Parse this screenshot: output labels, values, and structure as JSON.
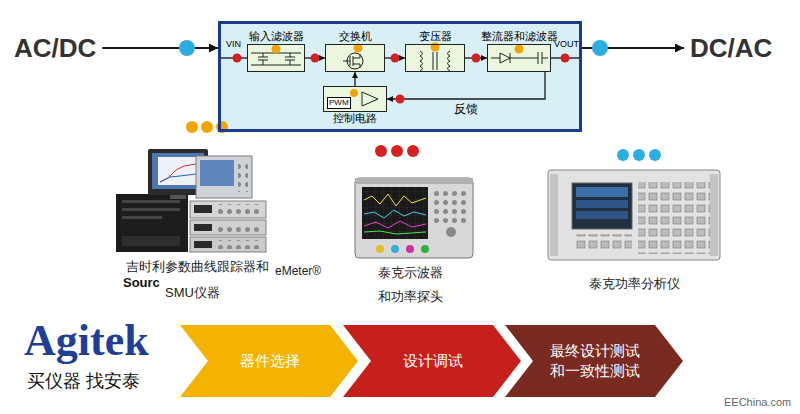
{
  "diagram": {
    "nodes": [
      {
        "text": [
          "AC/DC"
        ]
      },
      {
        "text": [
          "VIN",
          "VOUT"
        ]
      },
      {
        "text": [
          "输入滤波器"
        ],
        "in": 1
      },
      {
        "text": [
          "交换机"
        ],
        "in": 1
      },
      {
        "text": [
          "变压器"
        ],
        "in": 1
      },
      {
        "text": [
          "整流器和滤波器"
        ],
        "in": 1
      },
      {
        "text": [
          "PWM",
          "控制电路"
        ],
        "in": 1
      },
      {
        "text": [
          "DC/AC"
        ]
      },
      {
        "text": [
          "器件选择"
        ]
      },
      {
        "text": [
          "设计调试"
        ]
      },
      {
        "text": [
          "最终设计测试 和一致性测试"
        ]
      }
    ],
    "edges": [
      {
        "from": 0,
        "to": 1,
        "arrow": "to"
      },
      {
        "from": 1,
        "to": 7,
        "arrow": "to"
      },
      {
        "from": 2,
        "to": 3,
        "arrow": "to"
      },
      {
        "from": 3,
        "to": 4,
        "arrow": "to"
      },
      {
        "from": 4,
        "to": 5,
        "arrow": "to"
      },
      {
        "from": 5,
        "to": 6,
        "arrow": "to",
        "label": "反馈"
      },
      {
        "from": 6,
        "to": 3,
        "arrow": "to"
      }
    ],
    "labels": [
      "吉时利参数曲线跟踪器和",
      "Sourc",
      "SMU仪器",
      "eMeter®",
      "泰克示波器",
      "和功率探头",
      "泰克功率分析仪",
      "Agitek",
      "买仪器 找安泰",
      "EEChina.com"
    ]
  }
}
